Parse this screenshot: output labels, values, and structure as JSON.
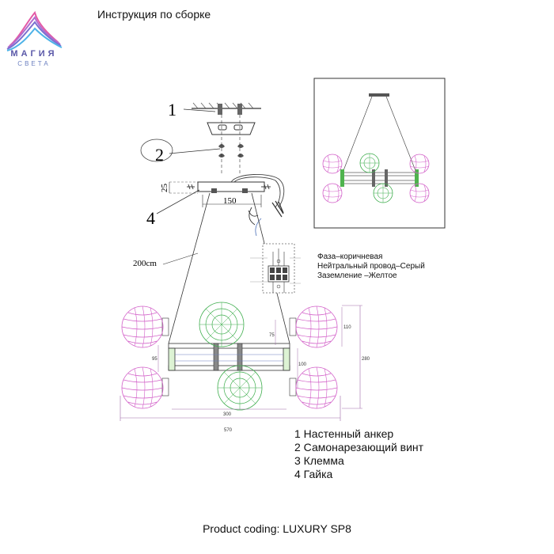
{
  "header": {
    "title": "Инструкция по сборке"
  },
  "logo": {
    "name": "МАГИЯ",
    "sub": "СВЕТА",
    "colors": [
      "#e45aa6",
      "#7a6fd0",
      "#4fb3e8"
    ]
  },
  "callouts": {
    "c1": "1",
    "c2": "2",
    "c4": "4"
  },
  "dimensions": {
    "d25": "25",
    "d150": "150",
    "cable": "200cm",
    "d110": "110",
    "d75": "75",
    "d95": "95",
    "d100": "100",
    "d280": "280",
    "d300": "300",
    "d570": "570"
  },
  "wiring": {
    "phase": "Фаза–коричневая",
    "neutral": "Нейтральный провод–Серый",
    "ground": "Заземление –Желтое"
  },
  "legend": [
    "1 Настенный анкер",
    "2 Самонарезающий винт",
    "3 Клемма",
    "4 Гайка"
  ],
  "footer": {
    "product_coding": "Product coding: LUXURY SP8"
  },
  "colors": {
    "pink_shade": "#d25fc8",
    "green_shade": "#3fae4e",
    "line": "#333333"
  }
}
